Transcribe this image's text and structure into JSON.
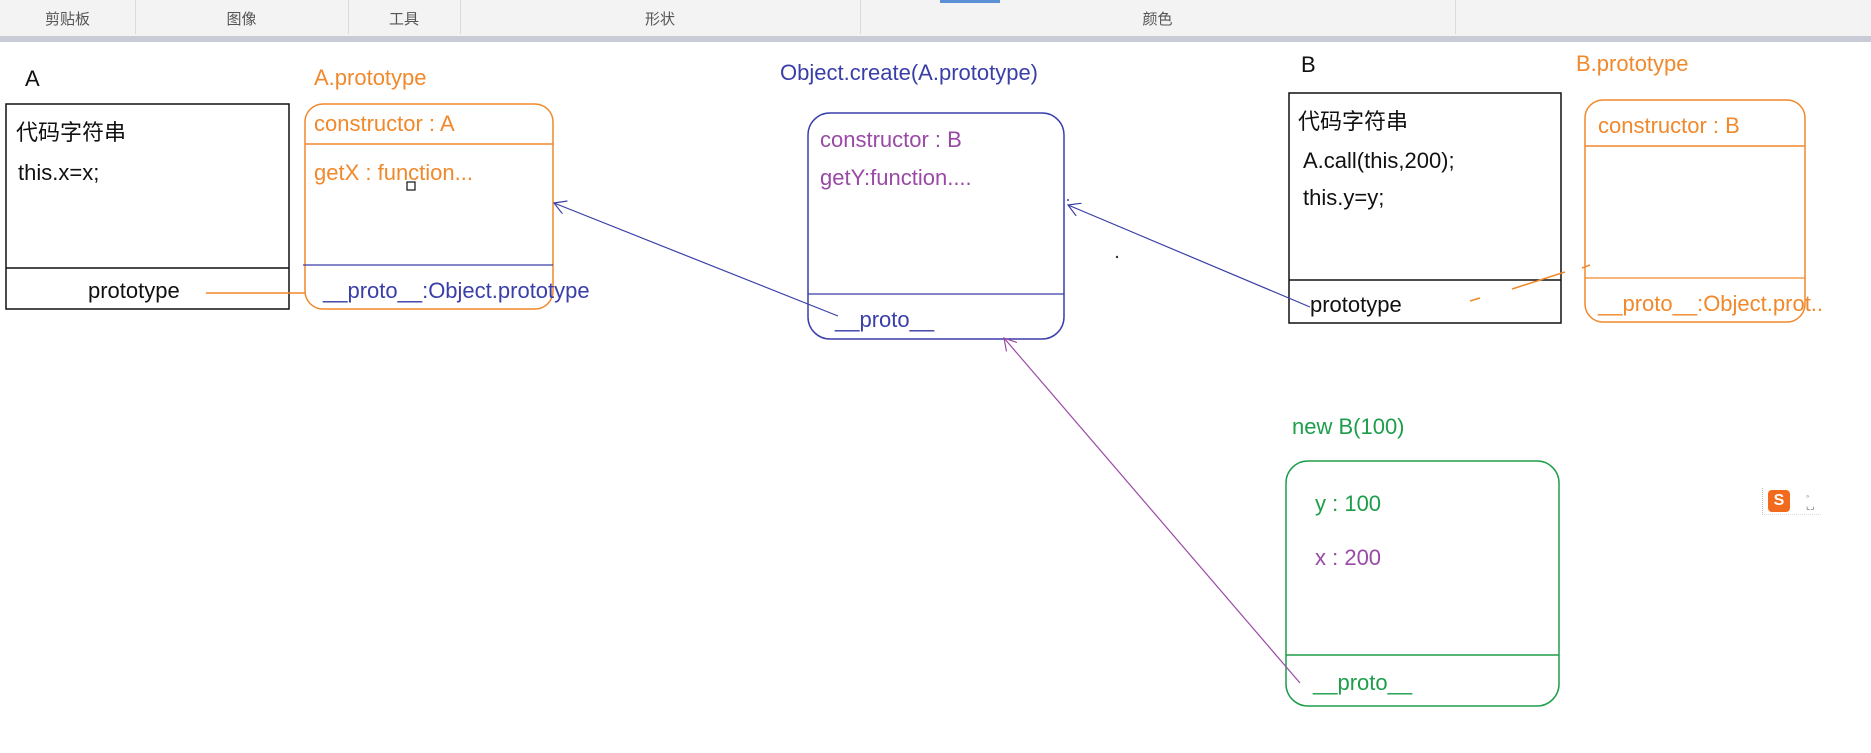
{
  "ribbon": {
    "groups": [
      "剪贴板",
      "图像",
      "工具",
      "形状",
      "颜色"
    ]
  },
  "boxA": {
    "title": "A",
    "line1": "代码字符串",
    "line2": "this.x=x;",
    "footer": "prototype"
  },
  "protoA": {
    "title": "A.prototype",
    "constructor": "constructor : A",
    "method": "getX : function...",
    "proto": "__proto__:Object.prototype"
  },
  "objCreate": {
    "title": "Object.create(A.prototype)",
    "constructor": "constructor : B",
    "method": "getY:function....",
    "proto": "__proto__"
  },
  "boxB": {
    "title": "B",
    "line1": "代码字符串",
    "line2": "A.call(this,200);",
    "line3": "this.y=y;",
    "footer": "prototype"
  },
  "protoB": {
    "title": "B.prototype",
    "constructor": "constructor : B",
    "proto": "__proto__:Object.prot.."
  },
  "instance": {
    "title": "new B(100)",
    "y": "y : 100",
    "x": "x : 200",
    "proto": "__proto__"
  },
  "logo": {
    "letter": "S"
  },
  "colors": {
    "orange": "#f0892c",
    "blue": "#3a3fa8",
    "purple": "#9a4aa6",
    "green": "#1e9e4a",
    "black": "#111111"
  }
}
